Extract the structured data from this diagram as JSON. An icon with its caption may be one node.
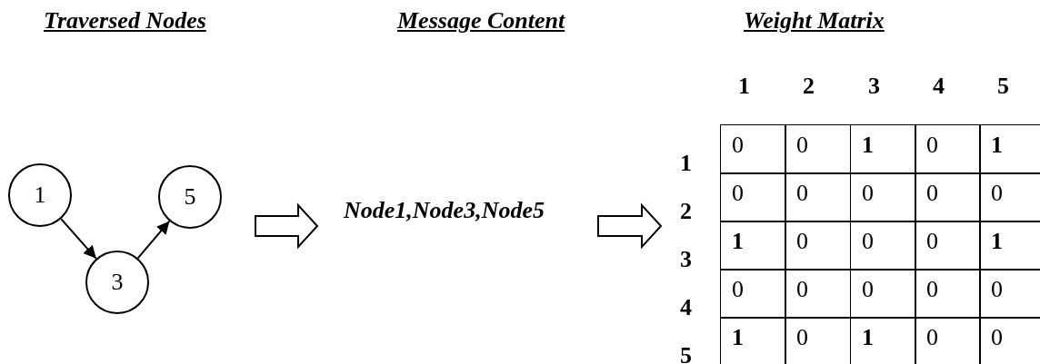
{
  "diagram": {
    "nodes": [
      {
        "text": [
          "Traversed Nodes"
        ]
      },
      {
        "text": [
          "1"
        ],
        "in": 0
      },
      {
        "text": [
          "5"
        ],
        "in": 0
      },
      {
        "text": [
          "3"
        ],
        "in": 0
      },
      {
        "text": [
          "Node1,Node3,Node5"
        ]
      },
      {
        "text": [
          "Weight Matrix"
        ]
      }
    ],
    "edges": [
      {
        "from": 1,
        "to": 3,
        "arrow": "to"
      },
      {
        "from": 3,
        "to": 2,
        "arrow": "to"
      },
      {
        "from": 0,
        "to": 4,
        "arrow": "to",
        "style": "thick"
      },
      {
        "from": 4,
        "to": 5,
        "arrow": "to",
        "style": "thick"
      }
    ],
    "labels": [
      "Message Content",
      "1",
      "2",
      "3",
      "4",
      "5",
      "1",
      "0",
      "0",
      "**1**",
      "0",
      "**1**",
      "2",
      "0",
      "0",
      "0",
      "0",
      "0",
      "3",
      "**1**",
      "0",
      "0",
      "0",
      "**1**",
      "4",
      "0",
      "0",
      "0",
      "0",
      "0",
      "5",
      "**1**",
      "0",
      "**1**",
      "0",
      "0"
    ]
  }
}
